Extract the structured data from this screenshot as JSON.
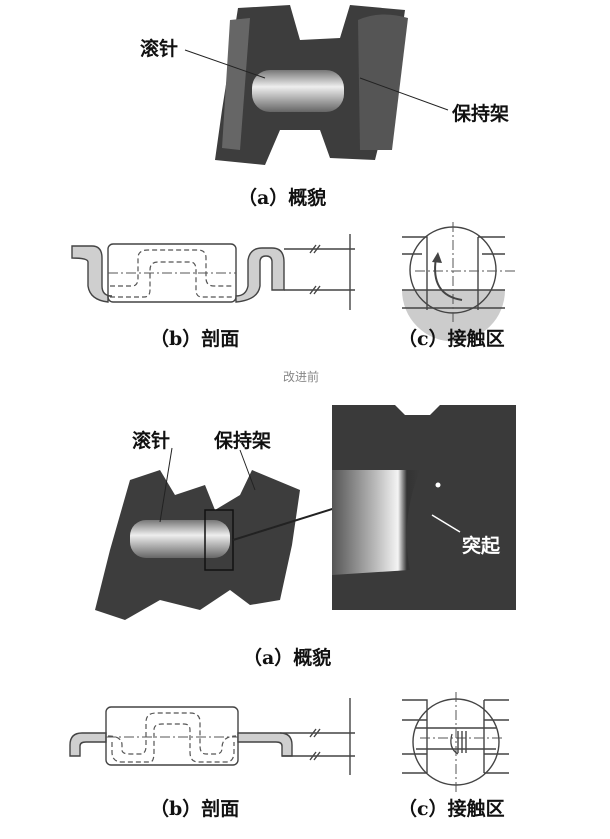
{
  "before": {
    "overview": {
      "label_roller": "滚针",
      "label_cage": "保持架",
      "caption": "（a）概貌"
    },
    "section_caption": "（b）剖面",
    "contact_caption": "（c）接触区",
    "title": "改进前"
  },
  "after": {
    "overview": {
      "label_roller": "滚针",
      "label_cage": "保持架",
      "label_bump": "突起",
      "caption": "（a）概貌"
    },
    "section_caption": "（b）剖面",
    "contact_caption": "（c）接触区"
  }
}
